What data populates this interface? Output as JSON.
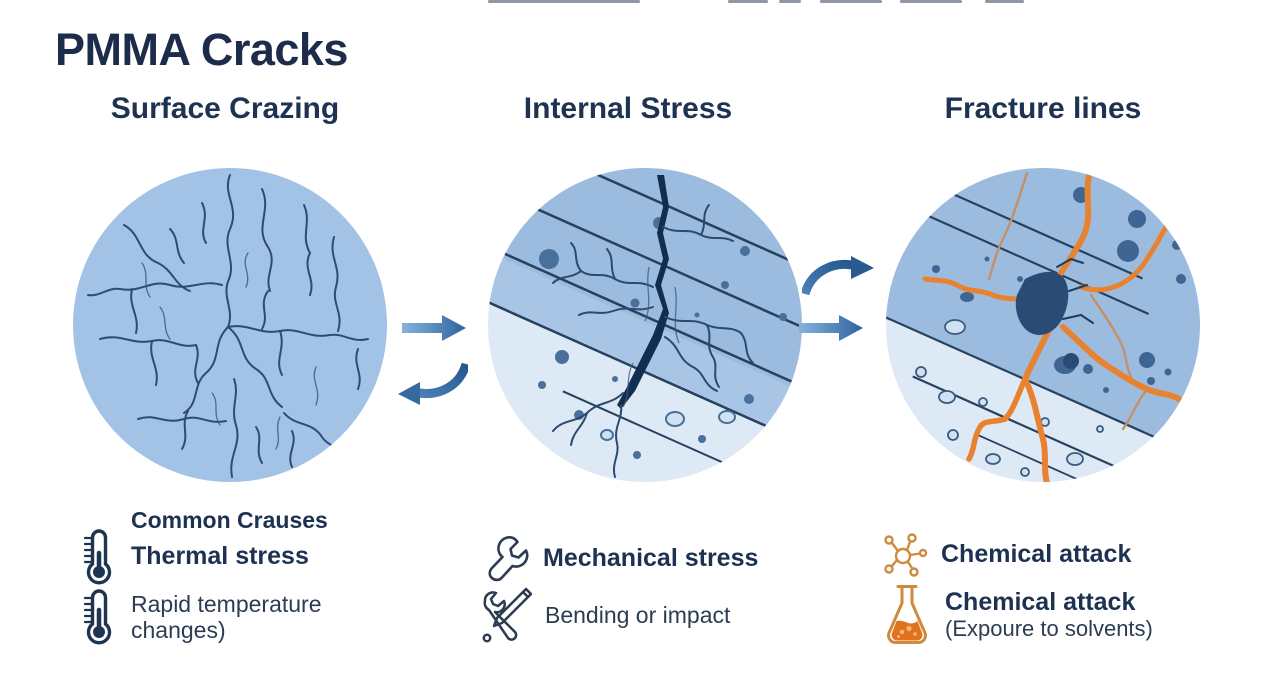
{
  "title": "PMMA Cracks",
  "stages": [
    {
      "header": "Surface Crazing",
      "illustration": "crazing-web-circle"
    },
    {
      "header": "Internal Stress",
      "illustration": "internal-crack-circle"
    },
    {
      "header": "Fracture lines",
      "illustration": "orange-fracture-circle"
    }
  ],
  "arrows": [
    {
      "between": "stage-1-and-2",
      "icons": [
        "arrow-right-icon",
        "arrow-curved-left-icon"
      ]
    },
    {
      "between": "stage-2-and-3",
      "icons": [
        "arrow-curved-right-icon",
        "arrow-right-icon"
      ]
    }
  ],
  "causes": {
    "heading": "Common Crauses",
    "items": [
      {
        "icon": "thermometer-icon",
        "label": "Thermal stress"
      },
      {
        "icon": "thermometer-icon",
        "label": "Rapid temperature changes)"
      },
      {
        "icon": "wrench-icon",
        "label": "Mechanical stress"
      },
      {
        "icon": "crossed-tools-icon",
        "label": "Bending or impact"
      },
      {
        "icon": "molecule-icon",
        "label": "Chemical attack"
      },
      {
        "icon": "flask-icon",
        "label": "Chemical attack",
        "sublabel": "(Expoure to solvents)"
      }
    ]
  },
  "colors": {
    "title_navy": "#1d2c4b",
    "header_navy": "#1e3252",
    "body_text": "#2c3c52",
    "circle_blue": "#a2c2e6",
    "band_blue": "#9bbcdf",
    "light_blue": "#dde9f5",
    "crack_navy": "#2d4c75",
    "dark_crack": "#122e4e",
    "arrow_blue_light": "#85b3dd",
    "arrow_blue_dark": "#2d639d",
    "accent_orange": "#e8822e",
    "icon_orange": "#cf8a3e"
  }
}
